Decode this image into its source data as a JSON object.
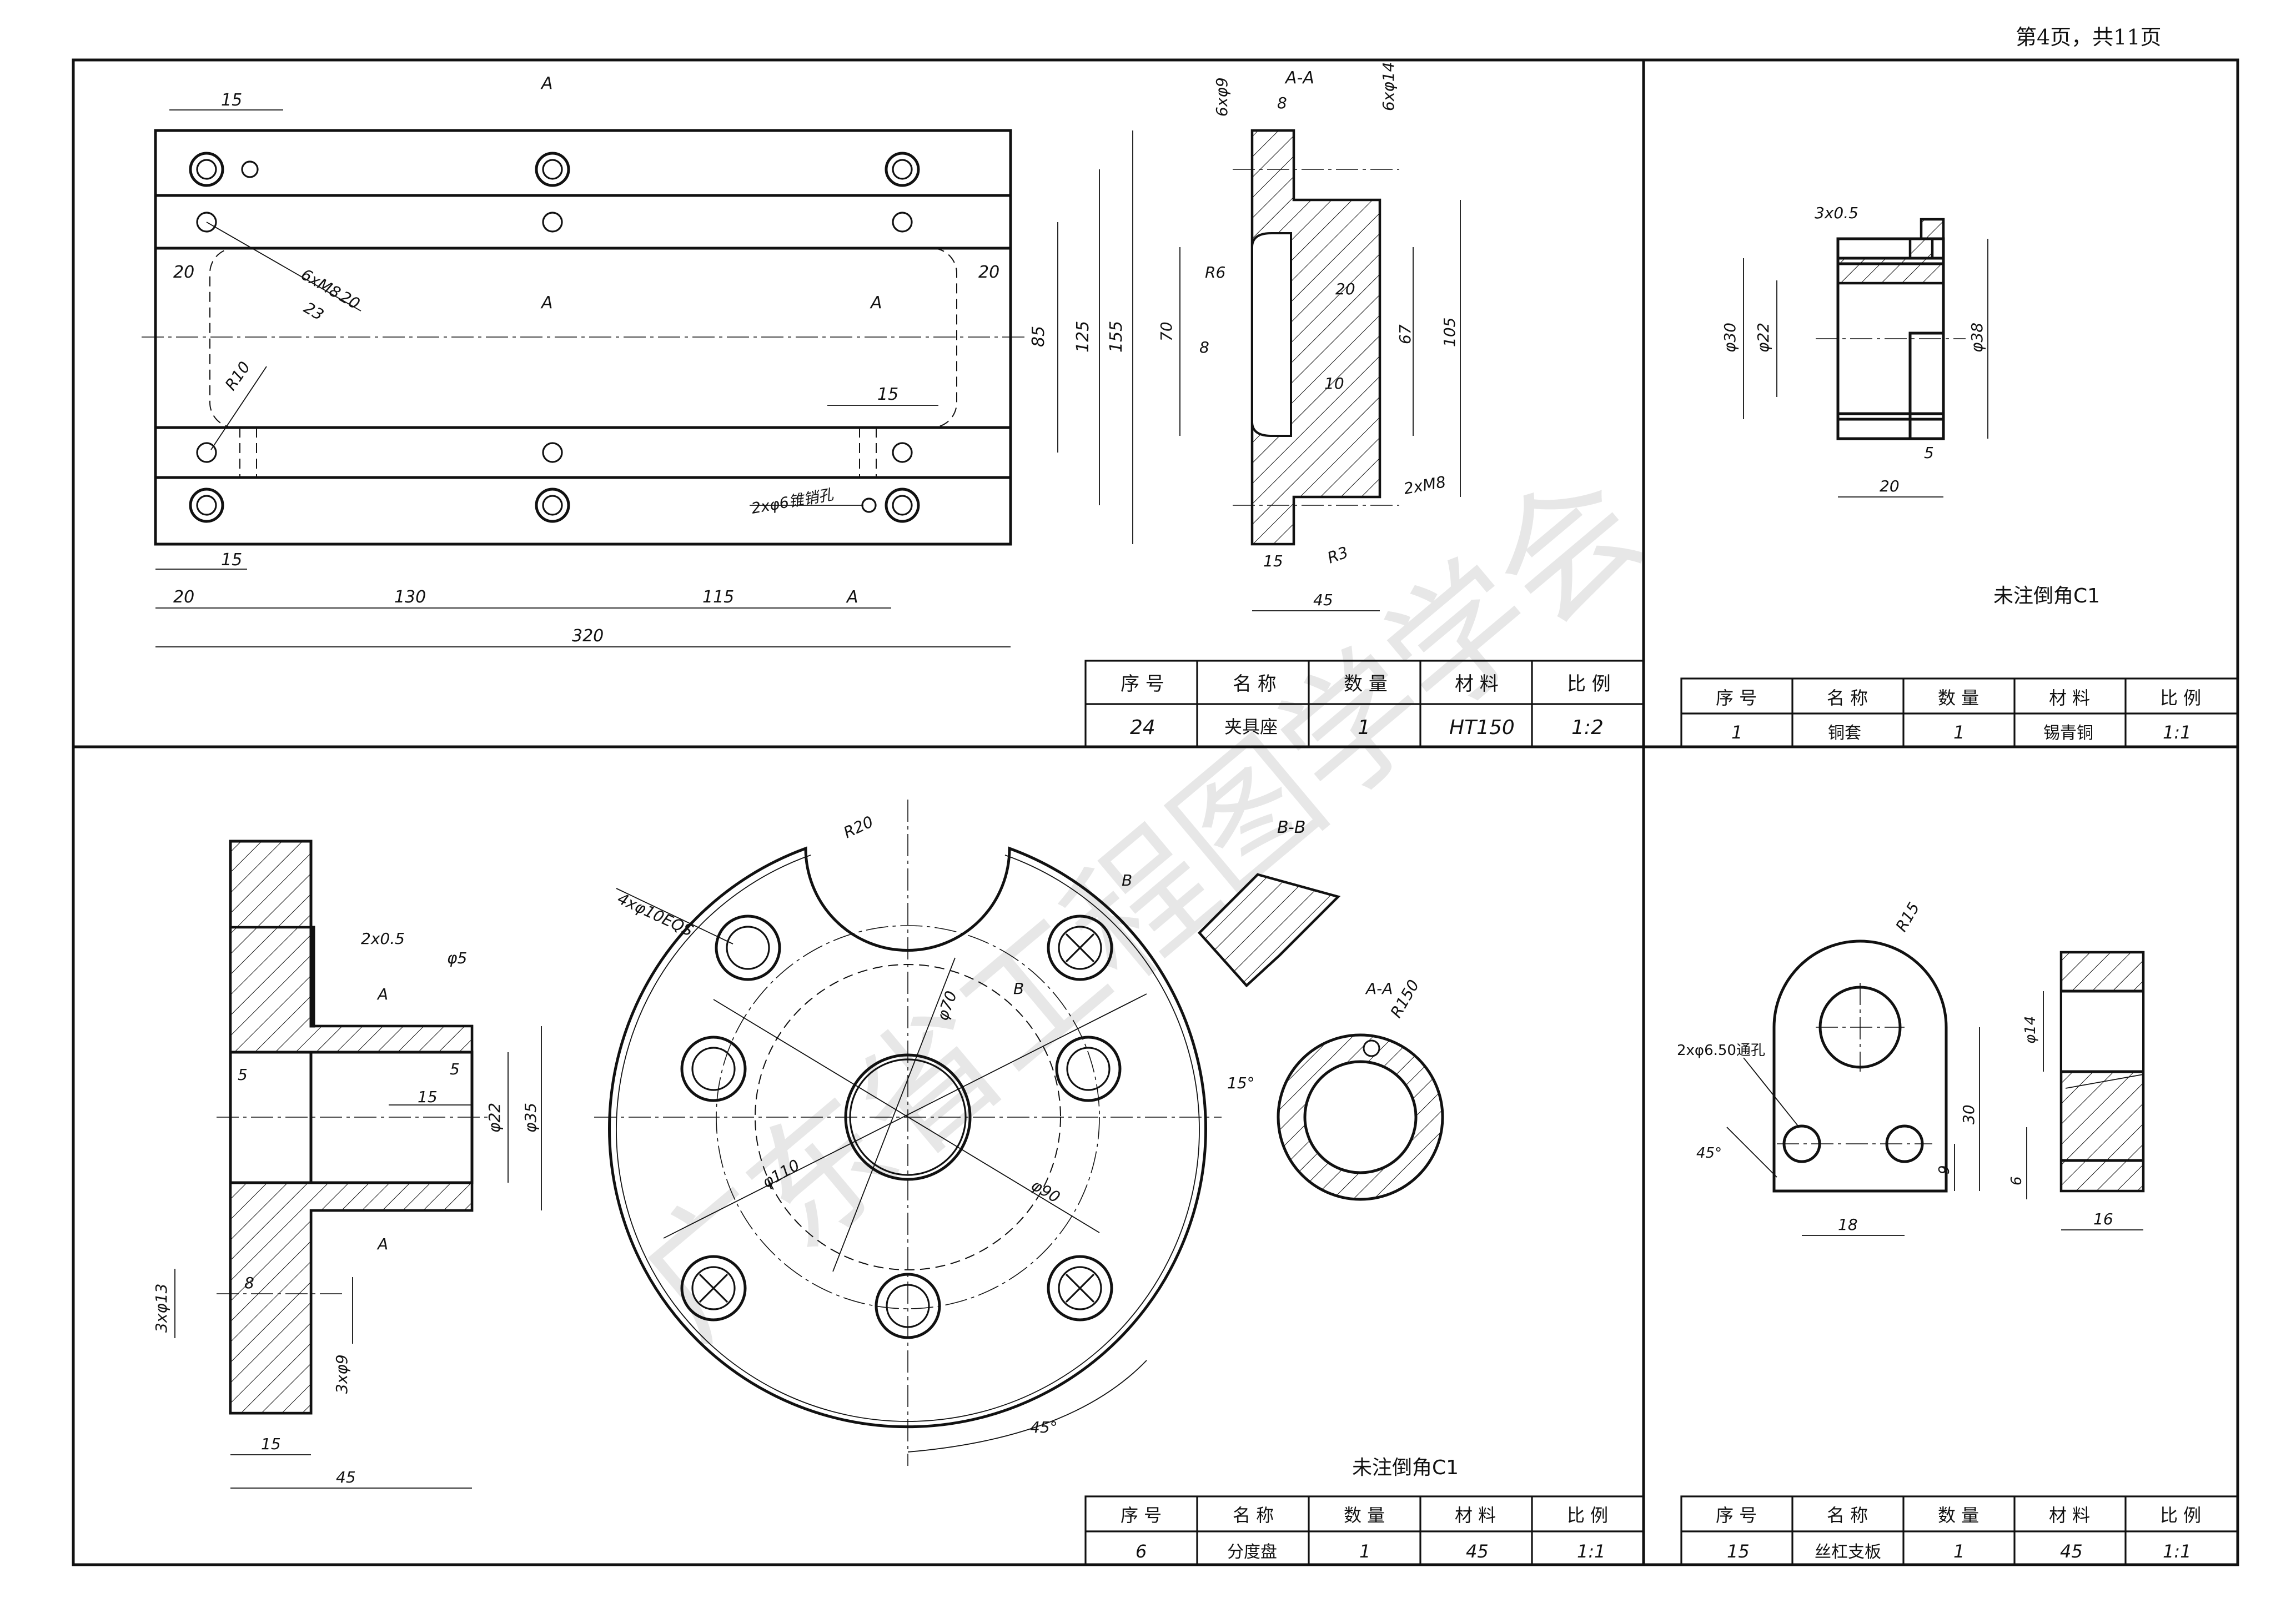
{
  "page_number": "第4页，共11页",
  "watermark": "广东省工程图学学会",
  "title_block_headers": [
    "序 号",
    "名 称",
    "数 量",
    "材 料",
    "比 例"
  ],
  "panels": {
    "fixture_base": {
      "row": {
        "no": "24",
        "name": "夹具座",
        "qty": "1",
        "material": "HT150",
        "scale": "1:2"
      },
      "dims": {
        "d15_top": "15",
        "d20_left": "20",
        "d20_right": "20",
        "thread": "6xM8",
        "thread_depth": "20",
        "thread_depth2": "23",
        "r10": "R10",
        "d15_mid": "15",
        "pin": "2xφ6锥销孔",
        "d15_bot": "15",
        "d20_bot": "20",
        "d130": "130",
        "d115": "115",
        "d320": "320",
        "d85": "85",
        "d125": "125",
        "d155": "155",
        "sec_a": "A",
        "sec_aa": "A-A",
        "holes_9": "6xφ9",
        "d8": "8",
        "holes_14": "6xφ14",
        "r6": "R6",
        "d70": "70",
        "d8b": "8",
        "d20": "20",
        "d67": "67",
        "d105": "105",
        "d10": "10",
        "m8": "2xM8",
        "d15": "15",
        "r3": "R3",
        "d45": "45"
      }
    },
    "bushing": {
      "row": {
        "no": "1",
        "name": "铜套",
        "qty": "1",
        "material": "锡青铜",
        "scale": "1:1"
      },
      "note": "未注倒角C1",
      "dims": {
        "groove": "3x0.5",
        "d30": "φ30",
        "d22": "φ22",
        "d38": "φ38",
        "d5": "5",
        "d20": "20"
      }
    },
    "index_plate": {
      "row": {
        "no": "6",
        "name": "分度盘",
        "qty": "1",
        "material": "45",
        "scale": "1:1"
      },
      "note": "未注倒角C1",
      "dims": {
        "chamfer": "2x0.5",
        "d5": "φ5",
        "d5b": "5",
        "d5c": "5",
        "d15": "15",
        "d22": "φ22",
        "d35": "φ35",
        "holes13": "3xφ13",
        "d8": "8",
        "holes9": "3xφ9",
        "d15b": "15",
        "d45": "45",
        "sec_a": "A",
        "r20": "R20",
        "holes10": "4xφ10EQS",
        "d70": "φ70",
        "d110": "φ110",
        "d90": "φ90",
        "a15": "15°",
        "a45": "45°",
        "sec_b": "B",
        "bb": "B-B",
        "aa": "A-A",
        "r150": "R150"
      }
    },
    "screw_support": {
      "row": {
        "no": "15",
        "name": "丝杠支板",
        "qty": "1",
        "material": "45",
        "scale": "1:1"
      },
      "dims": {
        "r15": "R15",
        "holes": "2xφ6.50通孔",
        "a45": "45°",
        "d18": "18",
        "d30": "30",
        "d9": "9",
        "d14": "φ14",
        "d6": "6",
        "d16": "16"
      }
    }
  }
}
